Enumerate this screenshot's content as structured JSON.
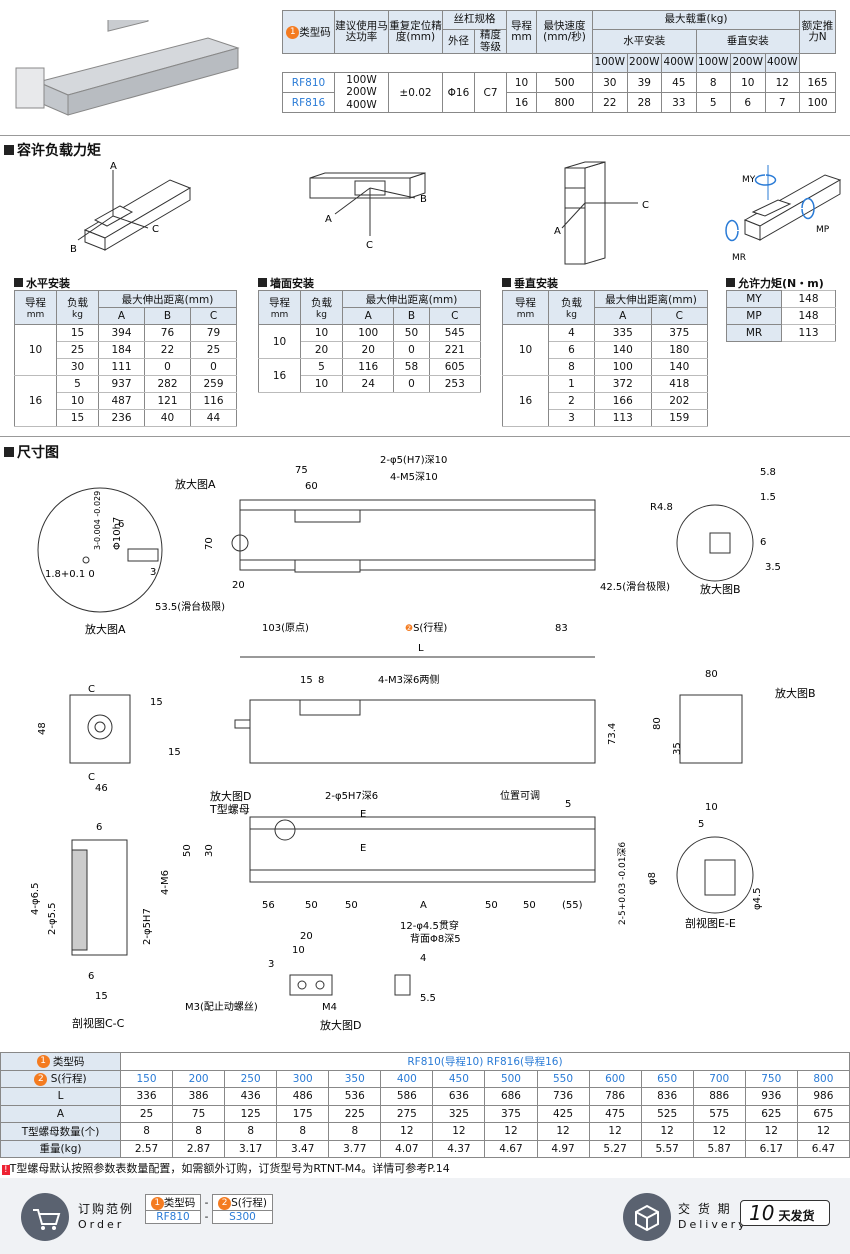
{
  "spec": {
    "h_type": "类型码",
    "h_power": "建议使用马达功率",
    "h_rep": "重复定位精度(mm)",
    "h_screw": "丝杠规格",
    "h_od": "外径",
    "h_grade": "精度等级",
    "h_lead": "导程mm",
    "h_speed": "最快速度(mm/秒)",
    "h_maxload": "最大载重(kg)",
    "h_horiz": "水平安装",
    "h_vert": "垂直安装",
    "h_thrust": "额定推力N",
    "watts": [
      "100W",
      "200W",
      "400W"
    ],
    "power": [
      "100W",
      "200W",
      "400W"
    ],
    "rep": "±0.02",
    "od": "Φ16",
    "grade": "C7",
    "rows": [
      {
        "type": "RF810",
        "lead": "10",
        "speed": "500",
        "h": [
          "30",
          "39",
          "45"
        ],
        "v": [
          "8",
          "10",
          "12"
        ],
        "thrust": "165"
      },
      {
        "type": "RF816",
        "lead": "16",
        "speed": "800",
        "h": [
          "22",
          "28",
          "33"
        ],
        "v": [
          "5",
          "6",
          "7"
        ],
        "thrust": "100"
      }
    ]
  },
  "sec1": "容许负载力矩",
  "axes": {
    "a": "A",
    "b": "B",
    "c": "C",
    "my": "MY",
    "mp": "MP",
    "mr": "MR"
  },
  "load": {
    "h_lead": "导程",
    "h_lead_u": "mm",
    "h_load": "负载",
    "h_load_u": "kg",
    "h_max": "最大伸出距离(mm)",
    "horiz": {
      "title": "水平安装",
      "rows": [
        [
          "10",
          "15",
          "394",
          "76",
          "79"
        ],
        [
          "",
          "25",
          "184",
          "22",
          "25"
        ],
        [
          "",
          "30",
          "111",
          "0",
          "0"
        ],
        [
          "16",
          "5",
          "937",
          "282",
          "259"
        ],
        [
          "",
          "10",
          "487",
          "121",
          "116"
        ],
        [
          "",
          "15",
          "236",
          "40",
          "44"
        ]
      ]
    },
    "wall": {
      "title": "墙面安装",
      "rows": [
        [
          "10",
          "10",
          "100",
          "50",
          "545"
        ],
        [
          "",
          "20",
          "20",
          "0",
          "221"
        ],
        [
          "16",
          "5",
          "116",
          "58",
          "605"
        ],
        [
          "",
          "10",
          "24",
          "0",
          "253"
        ]
      ]
    },
    "vert": {
      "title": "垂直安装",
      "rows": [
        [
          "10",
          "4",
          "335",
          "375"
        ],
        [
          "",
          "6",
          "140",
          "180"
        ],
        [
          "",
          "8",
          "100",
          "140"
        ],
        [
          "16",
          "1",
          "372",
          "418"
        ],
        [
          "",
          "2",
          "166",
          "202"
        ],
        [
          "",
          "3",
          "113",
          "159"
        ]
      ]
    },
    "moment": {
      "title": "允许力矩(N・m)",
      "rows": [
        [
          "MY",
          "148"
        ],
        [
          "MP",
          "148"
        ],
        [
          "MR",
          "113"
        ]
      ]
    }
  },
  "sec2": "尺寸图",
  "dims": {
    "zoomA": "放大图A",
    "zoomB": "放大图B",
    "zoomD": "放大图D",
    "tnut": "T型螺母",
    "secCC": "剖视图C-C",
    "secEE": "剖视图E-E",
    "d_2phi5": "2-φ5(H7)深10",
    "d_4m5": "4-M5深10",
    "d75": "75",
    "d60": "60",
    "d70": "70",
    "d20": "20",
    "d53": "53.5(滑台极限)",
    "d42": "42.5(滑台极限)",
    "d103": "103(原点)",
    "dS": "S(行程)",
    "d83": "83",
    "dL": "L",
    "dphi10": "Φ10h7",
    "dtol": "3-0.004 -0.029",
    "d6a": "6",
    "d3a": "3",
    "d18": "1.8+0.1 0",
    "d58": "5.8",
    "d15b": "1.5",
    "dR48": "R4.8",
    "d6b": "6",
    "d35": "3.5",
    "d4m3": "4-M3深6两侧",
    "d15": "15",
    "d8": "8",
    "d734": "73.4",
    "d80": "80",
    "d80w": "80",
    "d35b": "35",
    "d48": "48",
    "d46": "46",
    "d15c": "15",
    "d15d": "15",
    "dC": "C",
    "dE": "E",
    "d2phi5h7": "2-φ5H7深6",
    "dposadj": "位置可调",
    "d5": "5",
    "d50a": "50",
    "d30": "30",
    "d56": "56",
    "d50b": "50",
    "d50c": "50",
    "dA": "A",
    "d50d": "50",
    "d50e": "50",
    "d55": "(55)",
    "d12phi": "12-φ4.5贯穿",
    "dback": "背面Φ8深5",
    "d25tol": "2-5+0.03 -0.01深6",
    "d10": "10",
    "d5b": "5",
    "d8b": "φ8",
    "d45": "φ4.5",
    "d6cc": "6",
    "d4phi65": "4-φ6.5",
    "d2phi55": "2-φ5.5",
    "d4m6": "4-M6",
    "d2phi5h7b": "2-φ5H7",
    "d6c": "6",
    "d15e": "15",
    "d20b": "20",
    "d10b": "10",
    "d3b": "3",
    "d4": "4",
    "d55b": "5.5",
    "dM3": "M3(配止动螺丝)",
    "dM4": "M4"
  },
  "price": {
    "type_label": "类型码",
    "stroke_label": "S(行程)",
    "type_val": "RF810(导程10)    RF816(导程16)",
    "labels": [
      "L",
      "A",
      "T型螺母数量(个)",
      "重量(kg)"
    ],
    "strokes": [
      "150",
      "200",
      "250",
      "300",
      "350",
      "400",
      "450",
      "500",
      "550",
      "600",
      "650",
      "700",
      "750",
      "800"
    ],
    "L": [
      "336",
      "386",
      "436",
      "486",
      "536",
      "586",
      "636",
      "686",
      "736",
      "786",
      "836",
      "886",
      "936",
      "986"
    ],
    "A": [
      "25",
      "75",
      "125",
      "175",
      "225",
      "275",
      "325",
      "375",
      "425",
      "475",
      "525",
      "575",
      "625",
      "675"
    ],
    "T": [
      "8",
      "8",
      "8",
      "8",
      "8",
      "12",
      "12",
      "12",
      "12",
      "12",
      "12",
      "12",
      "12",
      "12"
    ],
    "W": [
      "2.57",
      "2.87",
      "3.17",
      "3.47",
      "3.77",
      "4.07",
      "4.37",
      "4.67",
      "4.97",
      "5.27",
      "5.57",
      "5.87",
      "6.17",
      "6.47"
    ]
  },
  "note": "T型螺母默认按照参数表数量配置，如需额外订购，订货型号为RTNT-M4。详情可参考P.14",
  "footer": {
    "order_cn": "订购范例",
    "order_en": "Order",
    "f_type": "类型码",
    "f_stroke": "S(行程)",
    "f_val1": "RF810",
    "f_val2": "S300",
    "delivery_cn": "交 货 期",
    "delivery_en": "Delivery",
    "days": "10",
    "days_unit": "天发货"
  },
  "colors": {
    "accent": "#2a7bd6",
    "orange": "#f47b20",
    "header": "#dfe8f2"
  }
}
